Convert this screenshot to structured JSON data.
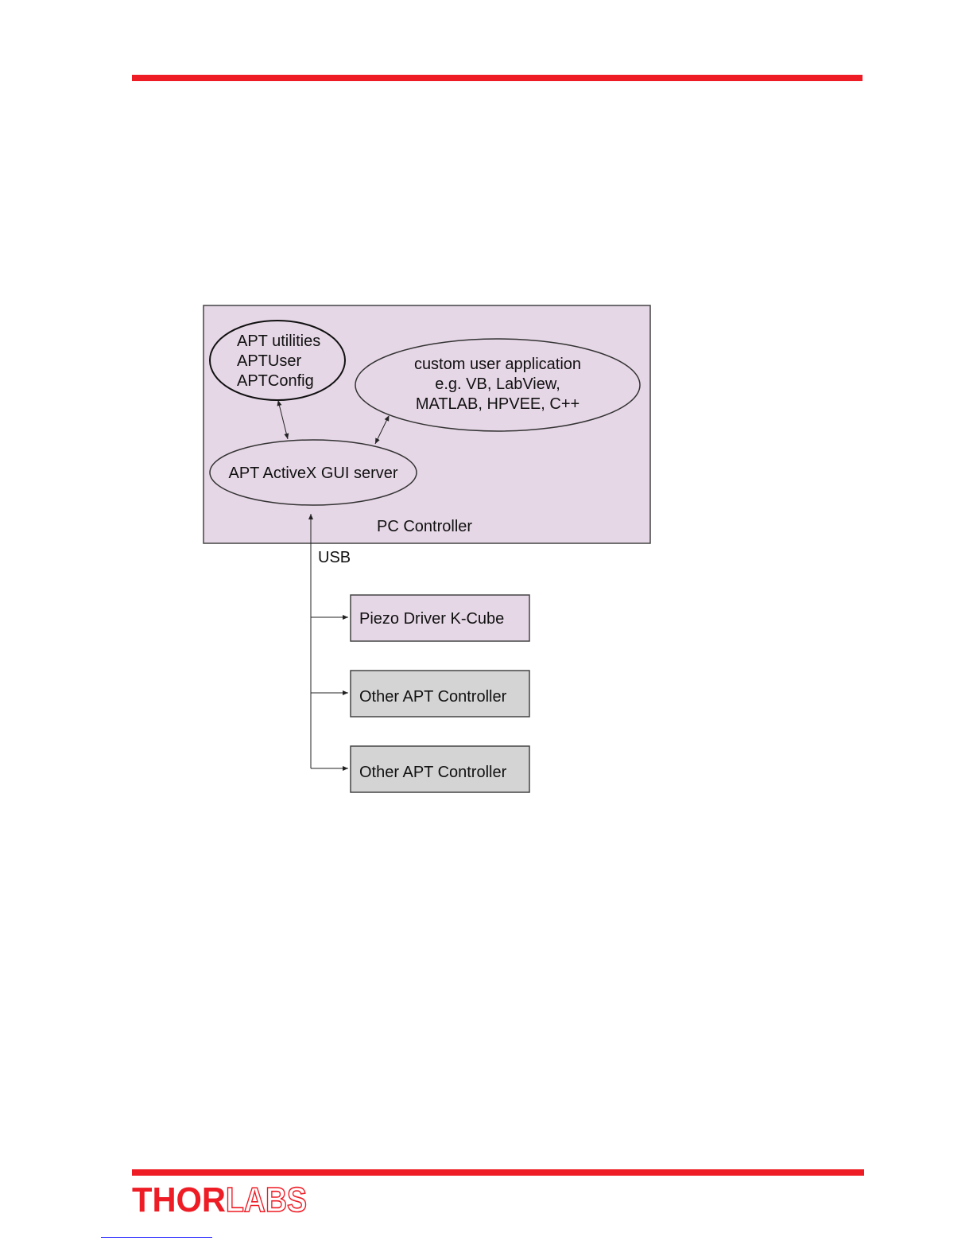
{
  "colors": {
    "accent_red": "#ee1c25",
    "pc_box_fill": "#e6d7e6",
    "gray_box_fill": "#d4d4d4"
  },
  "diagram": {
    "pc_controller_label": "PC Controller",
    "apt_utilities": [
      "APT utilities",
      "APTUser",
      "APTConfig"
    ],
    "custom_app": [
      "custom user application",
      "e.g. VB, LabView,",
      "MATLAB, HPVEE, C++"
    ],
    "gui_server": "APT ActiveX GUI server",
    "usb_label": "USB",
    "devices": [
      "Piezo Driver K-Cube",
      "Other APT Controller",
      "Other APT Controller"
    ]
  },
  "footer": {
    "logo_part1": "THOR",
    "logo_part2": "LABS"
  }
}
